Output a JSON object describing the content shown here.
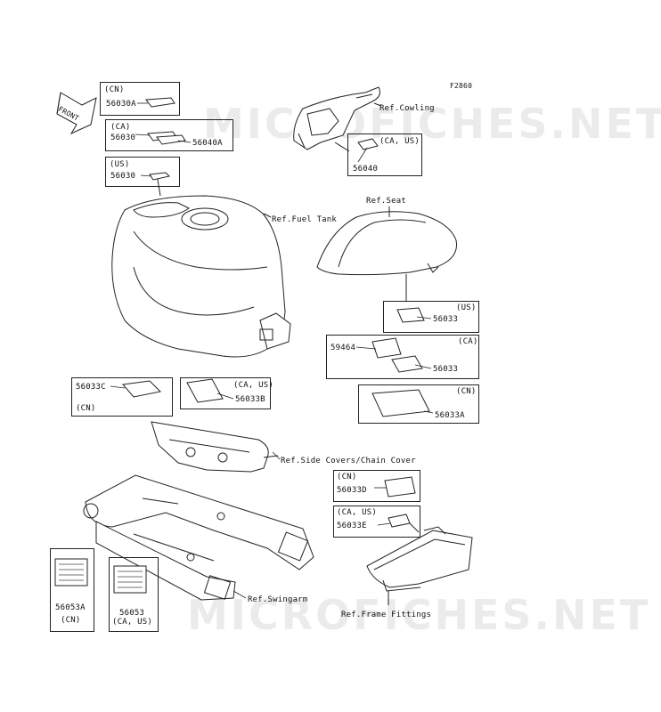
{
  "figure_id": "F2860",
  "front_marker": "FRONT",
  "watermark": "MICROFICHES.NET",
  "references": {
    "cowling": "Ref.Cowling",
    "fuel_tank": "Ref.Fuel Tank",
    "seat": "Ref.Seat",
    "side_covers": "Ref.Side Covers/Chain Cover",
    "swingarm": "Ref.Swingarm",
    "frame_fittings": "Ref.Frame Fittings"
  },
  "boxes": {
    "cn_56030a": {
      "region": "(CN)",
      "parts": [
        "56030A"
      ]
    },
    "ca_56030": {
      "region": "(CA)",
      "parts": [
        "56030",
        "56040A"
      ]
    },
    "us_56030": {
      "region": "(US)",
      "parts": [
        "56030"
      ]
    },
    "caus_56040": {
      "region": "(CA, US)",
      "parts": [
        "56040"
      ]
    },
    "us_56033": {
      "region": "(US)",
      "parts": [
        "56033"
      ]
    },
    "ca_56033": {
      "region": "(CA)",
      "parts": [
        "59464",
        "56033"
      ]
    },
    "cn_56033a": {
      "region": "(CN)",
      "parts": [
        "56033A"
      ]
    },
    "cn_56033c": {
      "region": "(CN)",
      "parts": [
        "56033C"
      ]
    },
    "caus_56033b": {
      "region": "(CA, US)",
      "parts": [
        "56033B"
      ]
    },
    "cn_56033d": {
      "region": "(CN)",
      "parts": [
        "56033D"
      ]
    },
    "caus_56033e": {
      "region": "(CA, US)",
      "parts": [
        "56033E"
      ]
    },
    "cn_56053a": {
      "region": "(CN)",
      "parts": [
        "56053A"
      ]
    },
    "caus_56053": {
      "region": "(CA, US)",
      "parts": [
        "56053"
      ]
    }
  }
}
